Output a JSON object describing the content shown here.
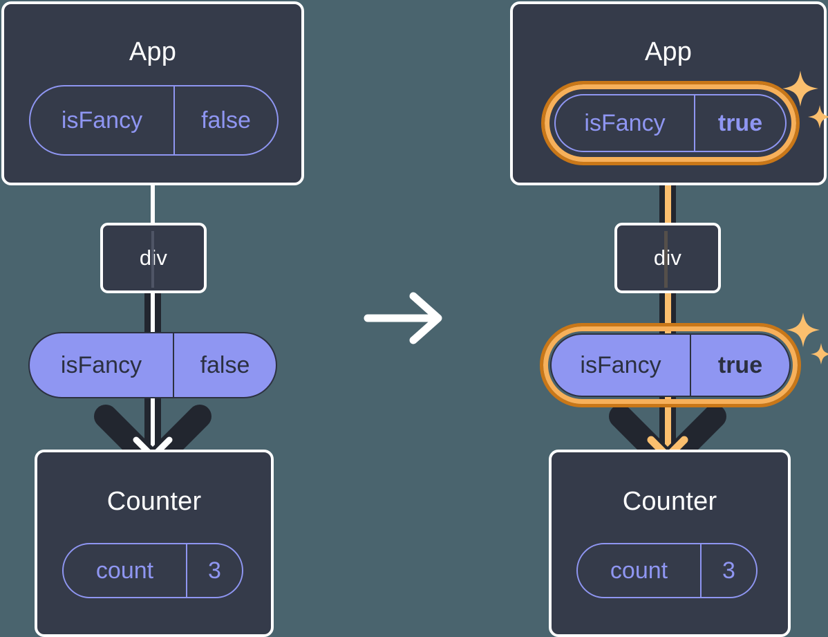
{
  "diagram": {
    "title": "React state propagation before and after toggling isFancy",
    "background_color": "#4a646e",
    "accent_color": "#f7b05a",
    "accent_dark_color": "#c97718",
    "pill_color": "#8f96f2",
    "box_color": "#353b4a",
    "transition_arrow": "arrow-right-icon"
  },
  "panels": [
    {
      "id": "before",
      "state_highlighted": false,
      "app": {
        "title": "App",
        "pill": {
          "key": "isFancy",
          "value": "false",
          "highlighted": false,
          "bold_value": false
        }
      },
      "div": {
        "title": "div"
      },
      "prop_pill": {
        "key": "isFancy",
        "value": "false",
        "highlighted": false,
        "bold_value": false
      },
      "counter": {
        "title": "Counter",
        "pill": {
          "key": "count",
          "value": "3",
          "highlighted": false,
          "bold_value": false
        }
      },
      "connector_color": "#ffffff",
      "sparkles": false
    },
    {
      "id": "after",
      "state_highlighted": true,
      "app": {
        "title": "App",
        "pill": {
          "key": "isFancy",
          "value": "true",
          "highlighted": true,
          "bold_value": true
        }
      },
      "div": {
        "title": "div"
      },
      "prop_pill": {
        "key": "isFancy",
        "value": "true",
        "highlighted": true,
        "bold_value": true
      },
      "counter": {
        "title": "Counter",
        "pill": {
          "key": "count",
          "value": "3",
          "highlighted": false,
          "bold_value": false
        }
      },
      "connector_color": "#fbbf6e",
      "sparkles": true
    }
  ]
}
